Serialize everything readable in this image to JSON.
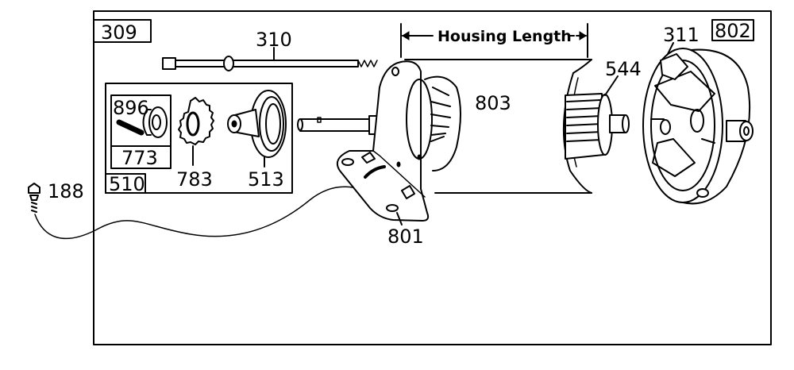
{
  "diagram": {
    "type": "exploded-parts-diagram",
    "colors": {
      "ink": "#000000",
      "paper": "#ffffff"
    },
    "callouts": {
      "assembly": "309",
      "through_bolt": "310",
      "housing_length": "Housing Length",
      "brush_retainer": "311",
      "end_cap": "802",
      "armature": "544",
      "housing": "803",
      "drive_end_cap": "801",
      "screw": "188",
      "roll_pin": "896",
      "pinion_retainer": "773",
      "drive_kit": "510",
      "pinion_gear": "783",
      "helix": "513"
    }
  }
}
